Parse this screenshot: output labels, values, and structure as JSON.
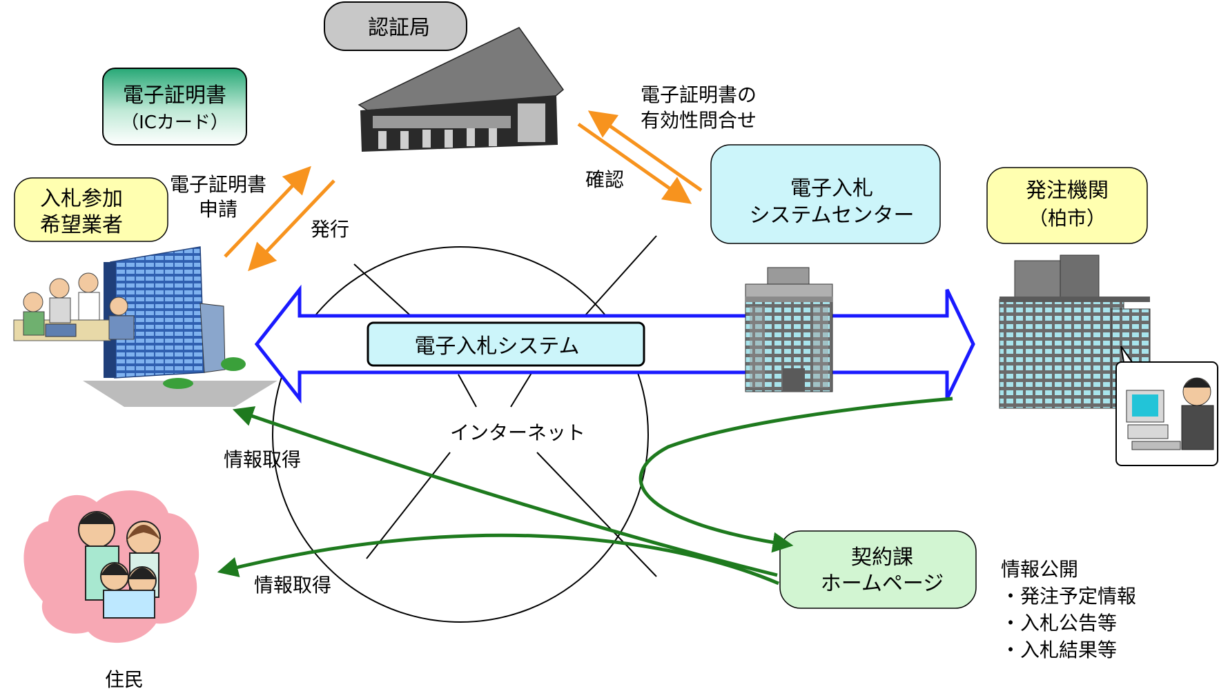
{
  "nodes": {
    "certification_authority": "認証局",
    "certificate_line1": "電子証明書",
    "certificate_line2": "（ICカード）",
    "bidder_line1": "入札参加",
    "bidder_line2": "希望業者",
    "center_line1": "電子入札",
    "center_line2": "システムセンター",
    "agency_line1": "発注機関",
    "agency_line2": "（柏市）",
    "system": "電子入札システム",
    "homepage_line1": "契約課",
    "homepage_line2": "ホームページ"
  },
  "labels": {
    "cert_request_line1": "電子証明書",
    "cert_request_line2": "申請",
    "issue": "発行",
    "validity_line1": "電子証明書の",
    "validity_line2": "有効性問合せ",
    "confirm": "確認",
    "internet": "インターネット",
    "info_get_bidder": "情報取得",
    "info_get_resident": "情報取得",
    "residents": "住民",
    "disclosure_title": "情報公開",
    "disclosure_items": [
      "・発注予定情報",
      "・入札公告等",
      "・入札結果等"
    ]
  },
  "colors": {
    "orange": "#f7931e",
    "blue": "#1a1aff",
    "green": "#1e7a1e",
    "cert_fill": "#27a876",
    "yellow": "#ffffb0",
    "cyan": "#ccf5fa",
    "light_green": "#d2f5d2",
    "grey": "#c8c8c8",
    "pink": "#f7a8b4"
  }
}
